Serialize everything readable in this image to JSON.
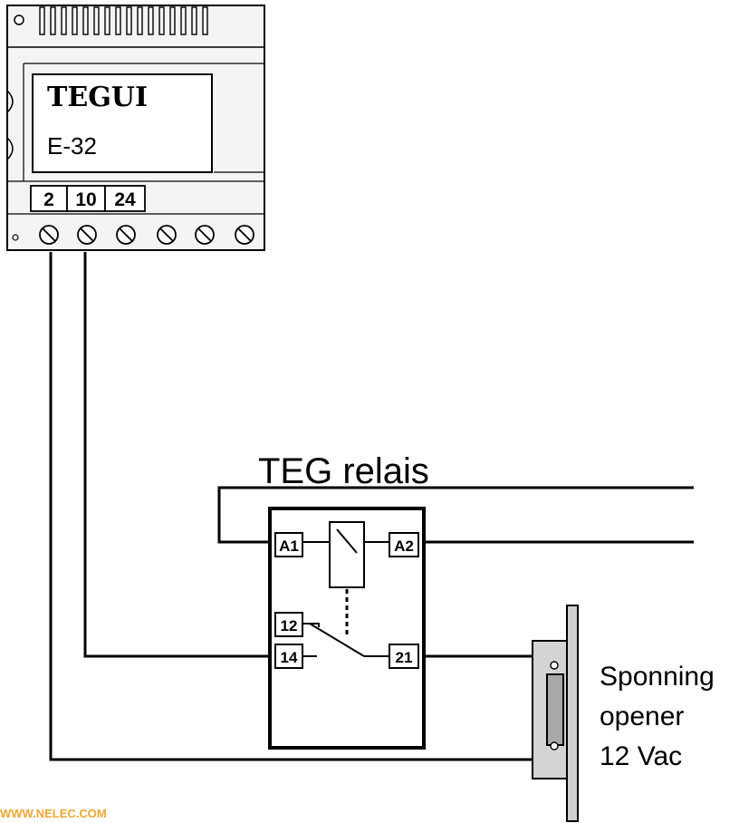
{
  "device": {
    "brand": "TEGUI",
    "model": "E-32",
    "terminals": [
      "2",
      "10",
      "24"
    ]
  },
  "relay": {
    "title": "TEG relais",
    "pins": {
      "a1": "A1",
      "a2": "A2",
      "p12": "12",
      "p14": "14",
      "p21": "21"
    }
  },
  "lock": {
    "lines": [
      "Sponning",
      "opener",
      "12 Vac"
    ]
  },
  "watermark": "WWW.NELEC.COM",
  "colors": {
    "line": "#000000",
    "device_body": "#f2f2f2",
    "lock_plate": "#cfcfcf",
    "watermark": "#f0a630"
  }
}
